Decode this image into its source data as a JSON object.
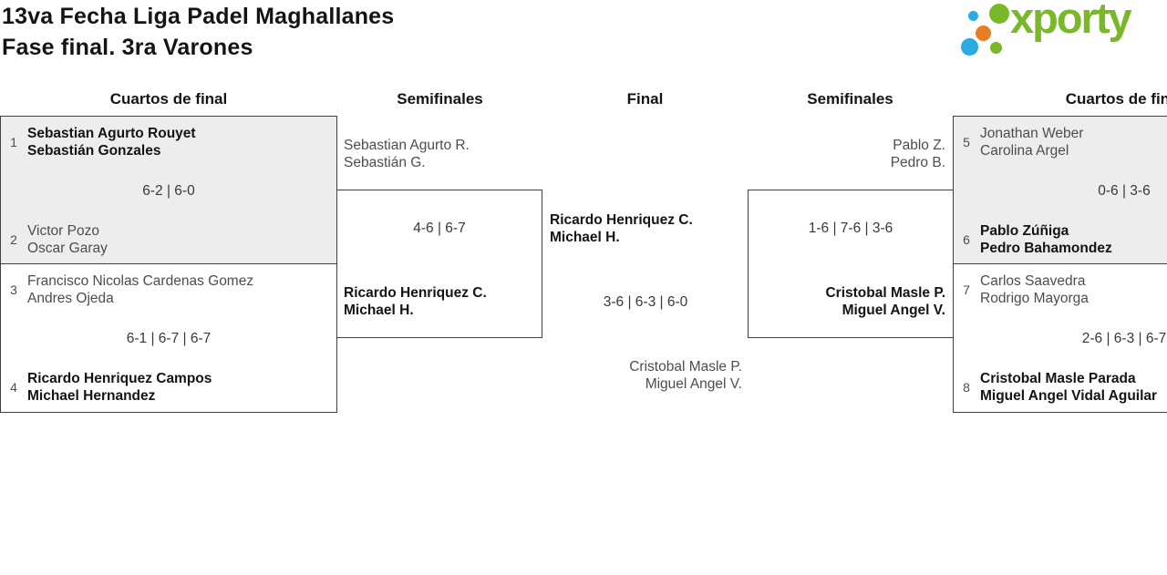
{
  "title": {
    "line1": "13va Fecha Liga Padel Maghallanes",
    "line2": "Fase final. 3ra Varones"
  },
  "logo": {
    "text": "xporty",
    "green": "#79b829",
    "blue": "#2aabe2",
    "orange": "#e87e22"
  },
  "round_labels": {
    "qf_left": "Cuartos de final",
    "sf_left": "Semifinales",
    "final": "Final",
    "sf_right": "Semifinales",
    "qf_right": "Cuartos de final"
  },
  "matches": {
    "qf1": {
      "seed1": "1",
      "team1_line1": "Sebastian Agurto Rouyet",
      "team1_line2": "Sebastián Gonzales",
      "score": "6-2 | 6-0",
      "seed2": "2",
      "team2_line1": "Victor Pozo",
      "team2_line2": "Oscar Garay",
      "winner": "team1"
    },
    "qf2": {
      "seed1": "3",
      "team1_line1": "Francisco Nicolas Cardenas Gomez",
      "team1_line2": "Andres Ojeda",
      "score": "6-1 | 6-7 | 6-7",
      "seed2": "4",
      "team2_line1": "Ricardo Henriquez Campos",
      "team2_line2": "Michael Hernandez",
      "winner": "team2"
    },
    "sf1": {
      "team1_line1": "Sebastian Agurto R.",
      "team1_line2": "Sebastián G.",
      "score": "4-6 | 6-7",
      "team2_line1": "Ricardo Henriquez C.",
      "team2_line2": "Michael H.",
      "winner": "team2"
    },
    "final": {
      "team1_line1": "Ricardo Henriquez C.",
      "team1_line2": "Michael H.",
      "score": "3-6 | 6-3 | 6-0",
      "team2_line1": "Cristobal Masle P.",
      "team2_line2": "Miguel Angel V.",
      "winner": "team1"
    },
    "sf2": {
      "team1_line1": "Pablo Z.",
      "team1_line2": "Pedro B.",
      "score": "1-6 | 7-6 | 3-6",
      "team2_line1": "Cristobal Masle P.",
      "team2_line2": "Miguel Angel V.",
      "winner": "team2"
    },
    "qf3": {
      "seed1": "5",
      "team1_line1": "Jonathan Weber",
      "team1_line2": "Carolina Argel",
      "score": "0-6 | 3-6",
      "seed2": "6",
      "team2_line1": "Pablo Zúñiga",
      "team2_line2": "Pedro Bahamondez",
      "winner": "team2"
    },
    "qf4": {
      "seed1": "7",
      "team1_line1": "Carlos Saavedra",
      "team1_line2": "Rodrigo Mayorga",
      "score": "2-6 | 6-3 | 6-7",
      "seed2": "8",
      "team2_line1": "Cristobal Masle Parada",
      "team2_line2": "Miguel Angel Vidal Aguilar",
      "winner": "team2"
    }
  }
}
